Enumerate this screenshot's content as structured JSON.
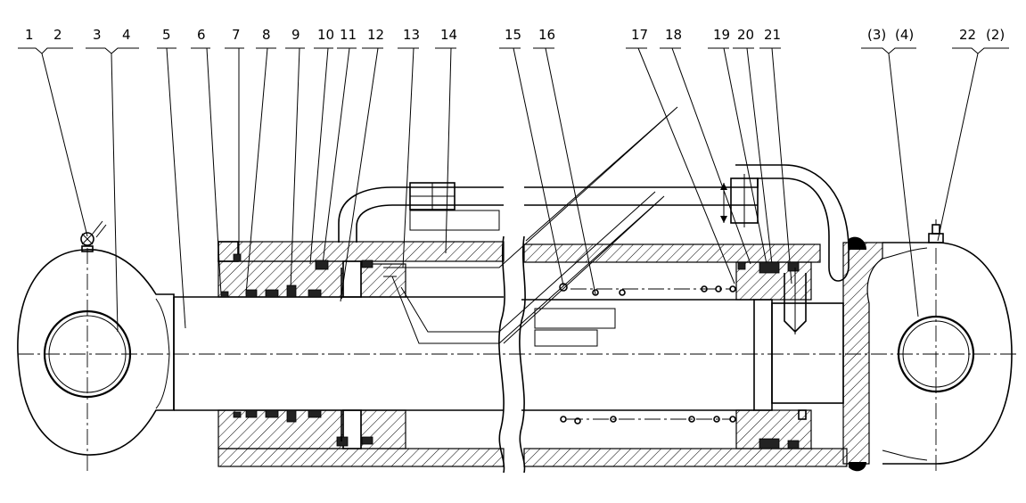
{
  "labels": [
    {
      "text": "1"
    },
    {
      "text": "2"
    },
    {
      "text": "3"
    },
    {
      "text": "4"
    },
    {
      "text": "5"
    },
    {
      "text": "6"
    },
    {
      "text": "7"
    },
    {
      "text": "8"
    },
    {
      "text": "9"
    },
    {
      "text": "10"
    },
    {
      "text": "11"
    },
    {
      "text": "12"
    },
    {
      "text": "13"
    },
    {
      "text": "14"
    },
    {
      "text": "15"
    },
    {
      "text": "16"
    },
    {
      "text": "17"
    },
    {
      "text": "18"
    },
    {
      "text": "19"
    },
    {
      "text": "20"
    },
    {
      "text": "21"
    },
    {
      "text": "(3)"
    },
    {
      "text": "(4)"
    },
    {
      "text": "22"
    },
    {
      "text": "(2)"
    }
  ],
  "colors": {
    "line": "#000000",
    "background": "#ffffff"
  }
}
